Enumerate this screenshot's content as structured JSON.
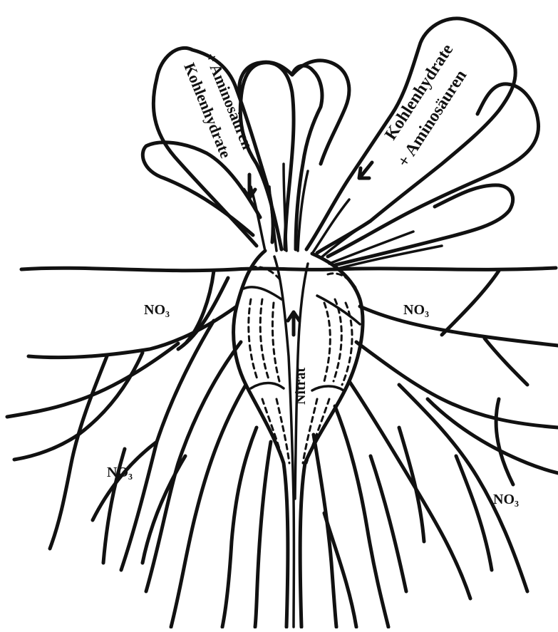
{
  "labels": {
    "left_leaf_line1": "Kohlenhydrate",
    "left_leaf_line2": "+ Aminosäuren",
    "right_leaf_line1": "Kohlenhydrate",
    "right_leaf_line2": "+ Aminosäuren",
    "stem": "Nitrat",
    "nitrate_upper_left": "NO₃",
    "nitrate_upper_right": "NO₃",
    "nitrate_lower_left": "NO₃",
    "nitrate_lower_right": "NO₃"
  }
}
